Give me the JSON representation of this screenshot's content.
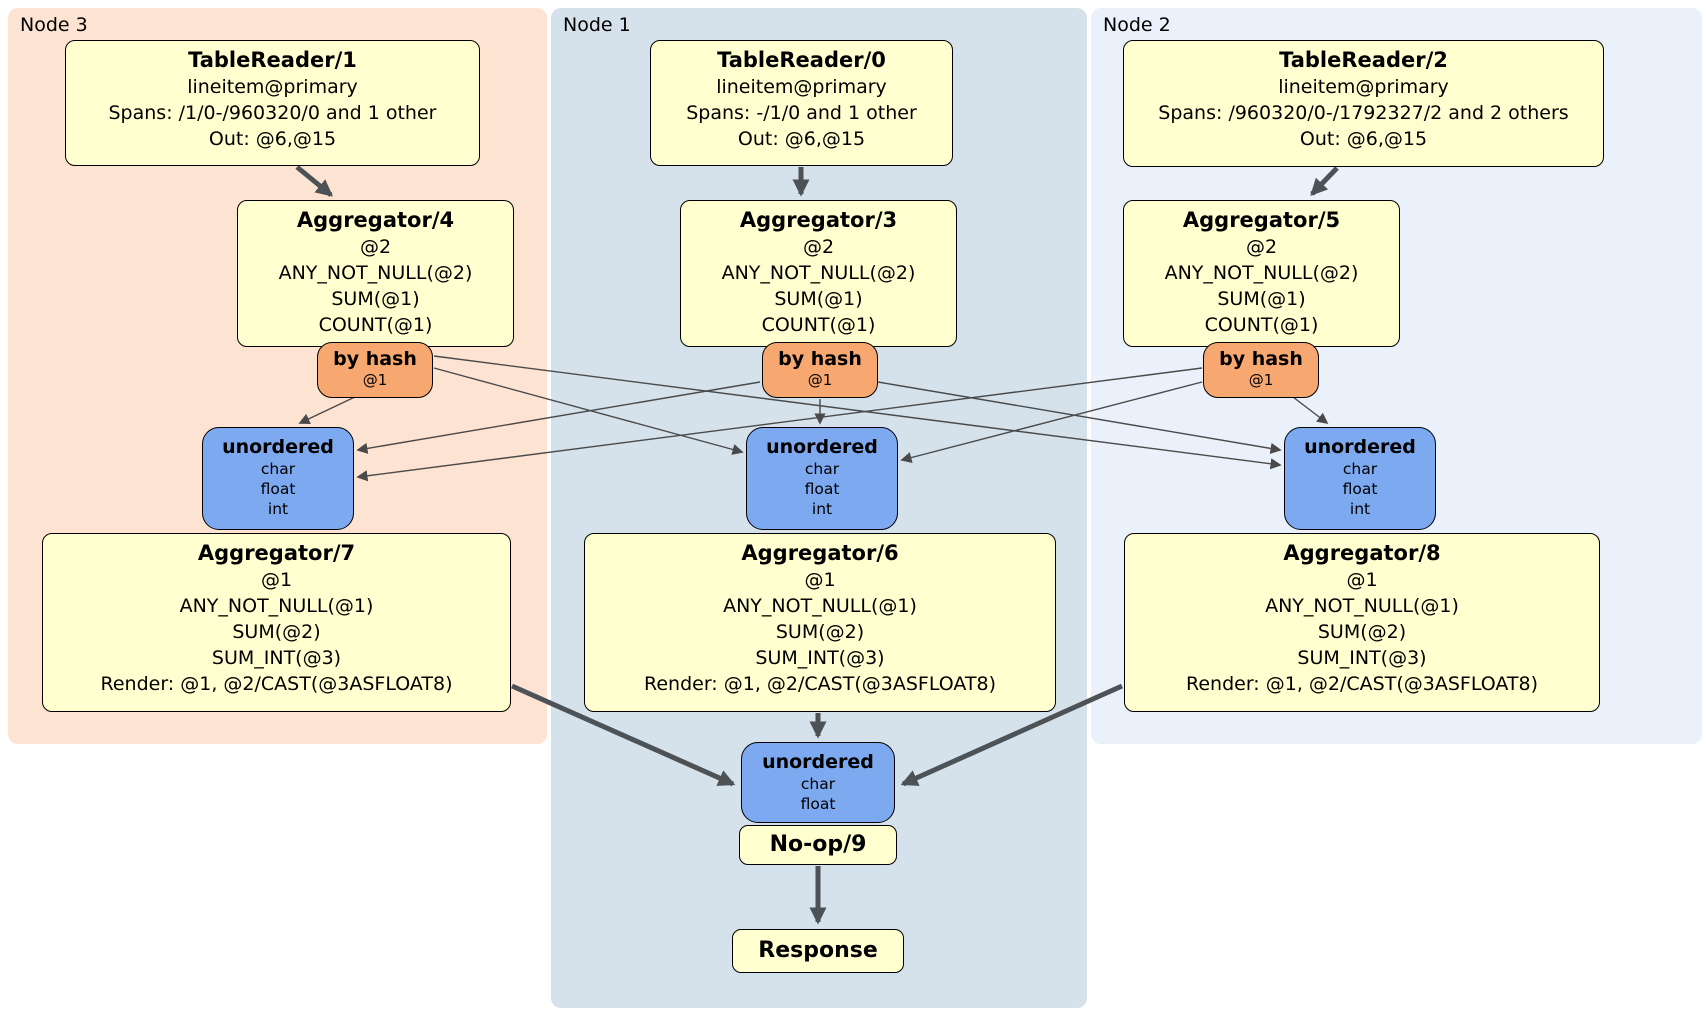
{
  "regions": [
    {
      "label": "Node 3"
    },
    {
      "label": "Node 1"
    },
    {
      "label": "Node 2"
    }
  ],
  "processors": {
    "tr1": {
      "title": "TableReader/1",
      "lines": [
        "lineitem@primary",
        "Spans: /1/0-/960320/0 and 1 other",
        "Out: @6,@15"
      ]
    },
    "tr0": {
      "title": "TableReader/0",
      "lines": [
        "lineitem@primary",
        "Spans: -/1/0 and 1 other",
        "Out: @6,@15"
      ]
    },
    "tr2": {
      "title": "TableReader/2",
      "lines": [
        "lineitem@primary",
        "Spans: /960320/0-/1792327/2 and 2 others",
        "Out: @6,@15"
      ]
    },
    "agg4": {
      "title": "Aggregator/4",
      "lines": [
        "@2",
        "ANY_NOT_NULL(@2)",
        "SUM(@1)",
        "COUNT(@1)"
      ]
    },
    "agg3": {
      "title": "Aggregator/3",
      "lines": [
        "@2",
        "ANY_NOT_NULL(@2)",
        "SUM(@1)",
        "COUNT(@1)"
      ]
    },
    "agg5": {
      "title": "Aggregator/5",
      "lines": [
        "@2",
        "ANY_NOT_NULL(@2)",
        "SUM(@1)",
        "COUNT(@1)"
      ]
    },
    "agg7": {
      "title": "Aggregator/7",
      "lines": [
        "@1",
        "ANY_NOT_NULL(@1)",
        "SUM(@2)",
        "SUM_INT(@3)",
        "Render: @1, @2/CAST(@3ASFLOAT8)"
      ]
    },
    "agg6": {
      "title": "Aggregator/6",
      "lines": [
        "@1",
        "ANY_NOT_NULL(@1)",
        "SUM(@2)",
        "SUM_INT(@3)",
        "Render: @1, @2/CAST(@3ASFLOAT8)"
      ]
    },
    "agg8": {
      "title": "Aggregator/8",
      "lines": [
        "@1",
        "ANY_NOT_NULL(@1)",
        "SUM(@2)",
        "SUM_INT(@3)",
        "Render: @1, @2/CAST(@3ASFLOAT8)"
      ]
    },
    "noop": {
      "title": "No-op/9"
    },
    "response": {
      "title": "Response"
    }
  },
  "routers": {
    "hash3": {
      "label": "by hash",
      "key": "@1"
    },
    "hash1": {
      "label": "by hash",
      "key": "@1"
    },
    "hash2": {
      "label": "by hash",
      "key": "@1"
    }
  },
  "syncs": {
    "unordered3": {
      "label": "unordered",
      "types": [
        "char",
        "float",
        "int"
      ]
    },
    "unordered1": {
      "label": "unordered",
      "types": [
        "char",
        "float",
        "int"
      ]
    },
    "unordered2": {
      "label": "unordered",
      "types": [
        "char",
        "float",
        "int"
      ]
    },
    "unordered_final": {
      "label": "unordered",
      "types": [
        "char",
        "float"
      ]
    }
  },
  "colors": {
    "region_node3_bg": "#fde3d2",
    "region_node1_bg": "#d5e2ec",
    "region_node2_bg": "#eaf1fa",
    "processor_bg": "#ffffd0",
    "router_bg": "#f7a770",
    "sync_bg": "#7da9f0",
    "edge_thick": "#4d5257",
    "edge_thin": "#4a4a4a",
    "border": "#000000"
  }
}
